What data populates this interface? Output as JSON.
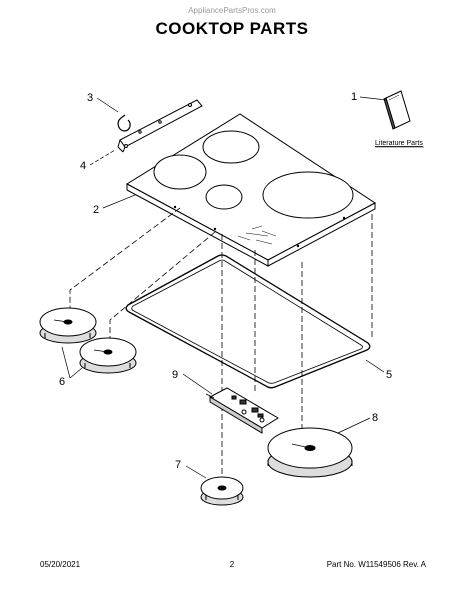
{
  "watermark": "AppliancePartsPros.com",
  "title": "COOKTOP PARTS",
  "callouts": [
    "1",
    "2",
    "3",
    "4",
    "5",
    "6",
    "7",
    "8",
    "9"
  ],
  "literature_label": "Literature Parts",
  "footer": {
    "date": "05/20/2021",
    "page": "2",
    "part_number": "Part No.  W11549506  Rev.  A"
  }
}
